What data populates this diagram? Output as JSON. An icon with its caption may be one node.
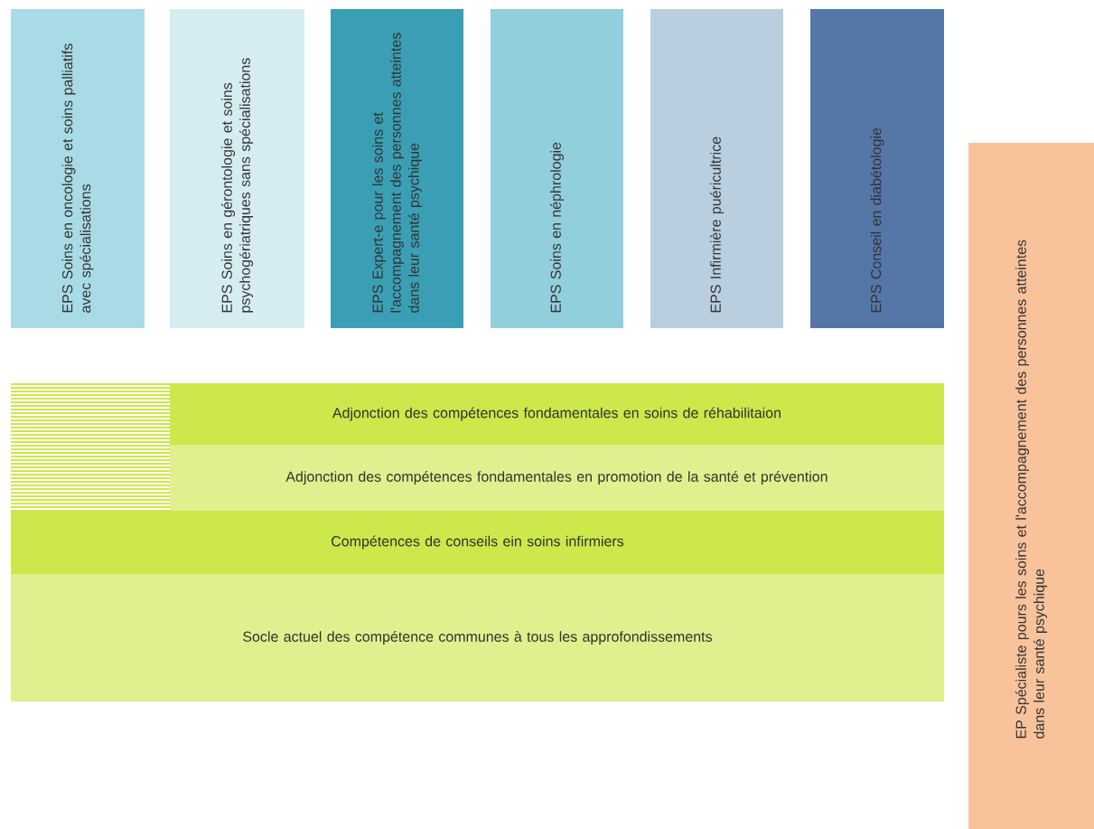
{
  "diagram": {
    "nodes": [
      {
        "text": [
          "EPS Soins en oncologie et soins palliatifs avec spécialisations"
        ]
      },
      {
        "text": [
          "EPS Soins en gérontologie et soins psychogériatriques sans spécialisations"
        ]
      },
      {
        "text": [
          "EPS Expert-e pour les soins et l'accompagnement des personnes atteintes dans leur santé psychique"
        ]
      },
      {
        "text": [
          "EPS Soins en néphrologie"
        ]
      },
      {
        "text": [
          "EPS Infirmière puéricultrice"
        ]
      },
      {
        "text": [
          "EPS Conseil en diabétologie"
        ]
      },
      {
        "text": [
          "Adjonction des compétences fondamentales en soins de réhabilitaion"
        ]
      },
      {
        "text": [
          "Adjonction des compétences fondamentales en promotion de la santé et prévention"
        ]
      },
      {
        "text": [
          "Compétences de conseils ein soins infirmiers"
        ]
      },
      {
        "text": [
          "Socle actuel des compétence communes à tous les approfondissements"
        ]
      },
      {
        "text": [
          "EP Spécialiste pours les soins et l'accompagnement des personnes atteintes dans leur santé psychique"
        ]
      }
    ]
  }
}
